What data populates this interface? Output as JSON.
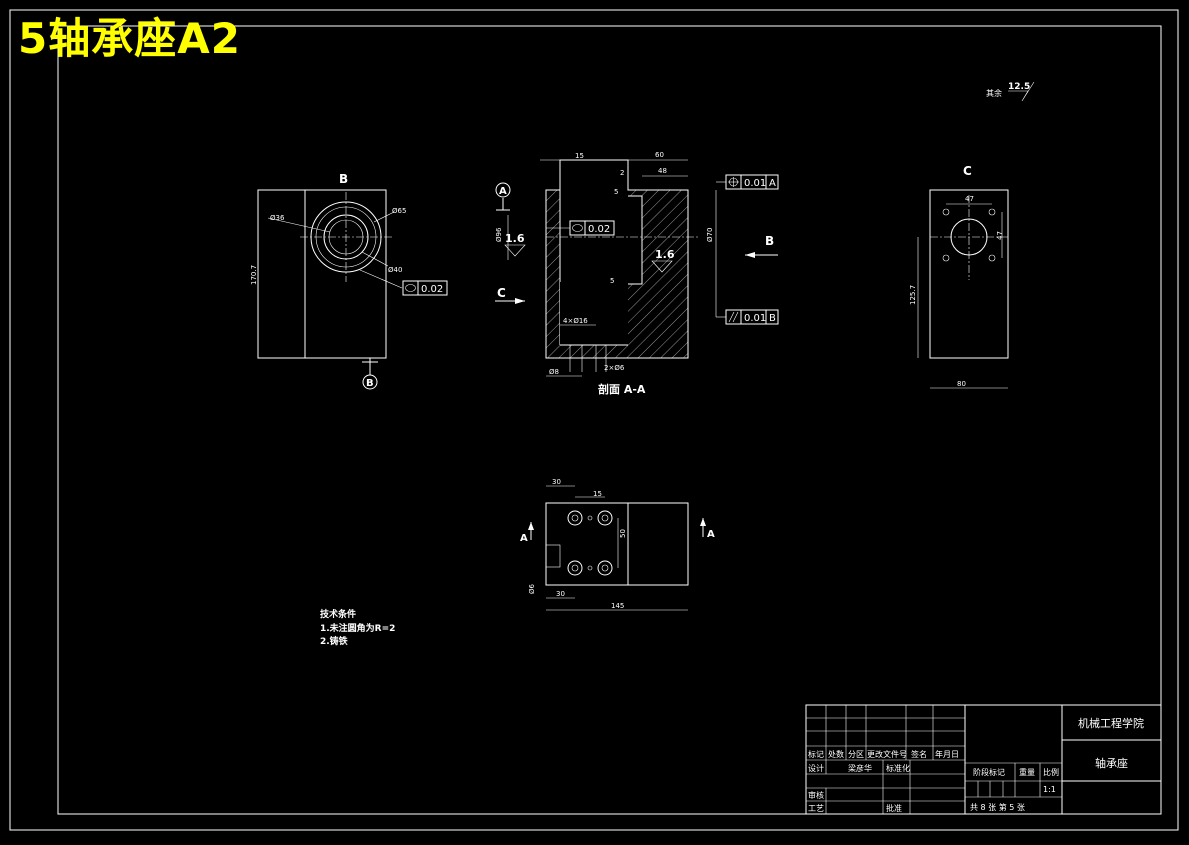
{
  "page_title": "5轴承座A2",
  "roughness_note": {
    "label": "其余",
    "value": "12.5"
  },
  "view_b": {
    "label": "B",
    "dims": {
      "d36": "Ø36",
      "d65": "Ø65",
      "d40": "Ø40",
      "height": "170.7"
    },
    "tolerance": "0.02",
    "section_mark": "B"
  },
  "section_aa": {
    "label_a": "A",
    "label_b": "B",
    "label_c": "C",
    "title": "剖面 A-A",
    "dims": {
      "d15": "15",
      "d60": "60",
      "d48": "48",
      "d2": "2",
      "d5a": "5",
      "d5b": "5",
      "d96": "Ø96",
      "d70": "Ø70",
      "holes4": "4×Ø16",
      "d8": "Ø8",
      "holes2": "2×Ø6"
    },
    "roughness_left": "1.6",
    "roughness_right": "1.6",
    "tol_flat": "0.02",
    "tol_position": {
      "value": "0.01",
      "datum": "A"
    },
    "tol_parallel": {
      "value": "0.01",
      "datum": "B"
    }
  },
  "view_c": {
    "label": "C",
    "dims": {
      "top": "47",
      "side": "47",
      "height": "125.7",
      "width": "80"
    }
  },
  "top_view": {
    "label_a": "A",
    "dims": {
      "d30a": "30",
      "d15": "15",
      "d50": "50",
      "d6": "Ø6",
      "d30b": "30",
      "d145": "145"
    }
  },
  "notes": {
    "title": "技术条件",
    "items": [
      "1.未注圆角为R=2",
      "2.铸铁"
    ]
  },
  "title_block": {
    "school": "机械工程学院",
    "part_name": "轴承座",
    "row_headers": [
      "标记",
      "处数",
      "分区",
      "更改文件号",
      "签名",
      "年月日"
    ],
    "designer_label": "设计",
    "designer_name": "梁彦华",
    "standard_label": "标准化",
    "review_label": "审核",
    "process_label": "工艺",
    "approve_label": "批准",
    "stage_label": "阶段标记",
    "weight_label": "重量",
    "scale_label": "比例",
    "scale_value": "1:1",
    "sheet_info": "共 8 张 第 5 张"
  }
}
